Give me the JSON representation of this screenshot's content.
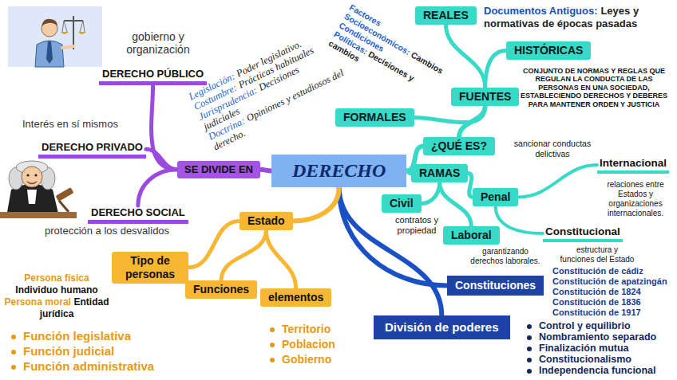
{
  "diagram": {
    "nodes": [
      {
        "text": [
          "DERECHO"
        ]
      },
      {
        "text": [
          "SE DIVIDE EN"
        ]
      },
      {
        "text": [
          "DERECHO PÚBLICO"
        ]
      },
      {
        "text": [
          "DERECHO PRIVADO"
        ]
      },
      {
        "text": [
          "DERECHO SOCIAL"
        ]
      },
      {
        "text": [
          "¿QUÉ ES?"
        ]
      },
      {
        "text": [
          "FUENTES"
        ]
      },
      {
        "text": [
          "FORMALES"
        ]
      },
      {
        "text": [
          "REALES"
        ]
      },
      {
        "text": [
          "HISTÓRICAS"
        ]
      },
      {
        "text": [
          "RAMAS"
        ]
      },
      {
        "text": [
          "Civil"
        ]
      },
      {
        "text": [
          "Penal"
        ]
      },
      {
        "text": [
          "Laboral"
        ]
      },
      {
        "text": [
          "Internacional"
        ]
      },
      {
        "text": [
          "Constitucional"
        ]
      },
      {
        "text": [
          "Constituciones"
        ]
      },
      {
        "text": [
          "División de poderes"
        ]
      },
      {
        "text": [
          "Estado"
        ]
      },
      {
        "text": [
          "Tipo de personas"
        ]
      },
      {
        "text": [
          "Funciones"
        ]
      },
      {
        "text": [
          "elementos"
        ]
      }
    ],
    "edges": [
      {
        "from": 0,
        "to": 1,
        "arrow": "none"
      },
      {
        "from": 1,
        "to": 2,
        "arrow": "none"
      },
      {
        "from": 1,
        "to": 3,
        "arrow": "none"
      },
      {
        "from": 1,
        "to": 4,
        "arrow": "none"
      },
      {
        "from": 0,
        "to": 5,
        "arrow": "none"
      },
      {
        "from": 5,
        "to": 6,
        "arrow": "none"
      },
      {
        "from": 6,
        "to": 7,
        "arrow": "none"
      },
      {
        "from": 6,
        "to": 8,
        "arrow": "none"
      },
      {
        "from": 6,
        "to": 9,
        "arrow": "none"
      },
      {
        "from": 0,
        "to": 10,
        "arrow": "none"
      },
      {
        "from": 10,
        "to": 11,
        "arrow": "none"
      },
      {
        "from": 10,
        "to": 12,
        "arrow": "none"
      },
      {
        "from": 10,
        "to": 13,
        "arrow": "none"
      },
      {
        "from": 12,
        "to": 14,
        "arrow": "none"
      },
      {
        "from": 12,
        "to": 15,
        "arrow": "none"
      },
      {
        "from": 0,
        "to": 16,
        "arrow": "none"
      },
      {
        "from": 0,
        "to": 17,
        "arrow": "none"
      },
      {
        "from": 0,
        "to": 18,
        "arrow": "none"
      },
      {
        "from": 18,
        "to": 19,
        "arrow": "none"
      },
      {
        "from": 18,
        "to": 20,
        "arrow": "none"
      },
      {
        "from": 18,
        "to": 21,
        "arrow": "none"
      }
    ],
    "labels": [
      "gobierno y organización",
      "Interés en sí mismos",
      "protección a los desvalidos",
      "Legislación:",
      "Poder legislativo.",
      "Costumbre:",
      "Prácticas habituales",
      "Jurisprudencia:",
      "Decisiones judiciales",
      "Doctrina:",
      "Opiniones y estudiosos del derecho.",
      "Factores Socioeconómicos:",
      "Cambios",
      "Condiciones Políticas:",
      "Decisiones y cambios",
      "Documentos Antiguos:",
      "Leyes y normativas de épocas pasadas",
      "CONJUNTO DE NORMAS Y REGLAS QUE REGULAN LA CONDUCTA DE LAS PERSONAS EN UNA SOCIEDAD, ESTABLECIENDO DERECHOS Y DEBERES PARA MANTENER ORDEN Y JUSTICIA",
      "sancionar conductas delictivas",
      "relaciones entre Estados y organizaciones internacionales.",
      "contratos y propiedad",
      "garantizando derechos laborales.",
      "estructura y funciones del Estado",
      "Constitución de cádiz",
      "Constitución de apatzingán",
      "Constitución de 1824",
      "Constitución de 1836",
      "Constitución de 1917",
      "Control y equilibrio",
      "Nombramiento separado",
      "Finalización mutua",
      "Constitucionalismo",
      "Independencia funcional",
      "Persona física",
      "Individuo humano",
      "Persona moral",
      "Entidad jurídica",
      "Función legislativa",
      "Función judicial",
      "Función administrativa",
      "Territorio",
      "Poblacion",
      "Gobierno"
    ]
  }
}
